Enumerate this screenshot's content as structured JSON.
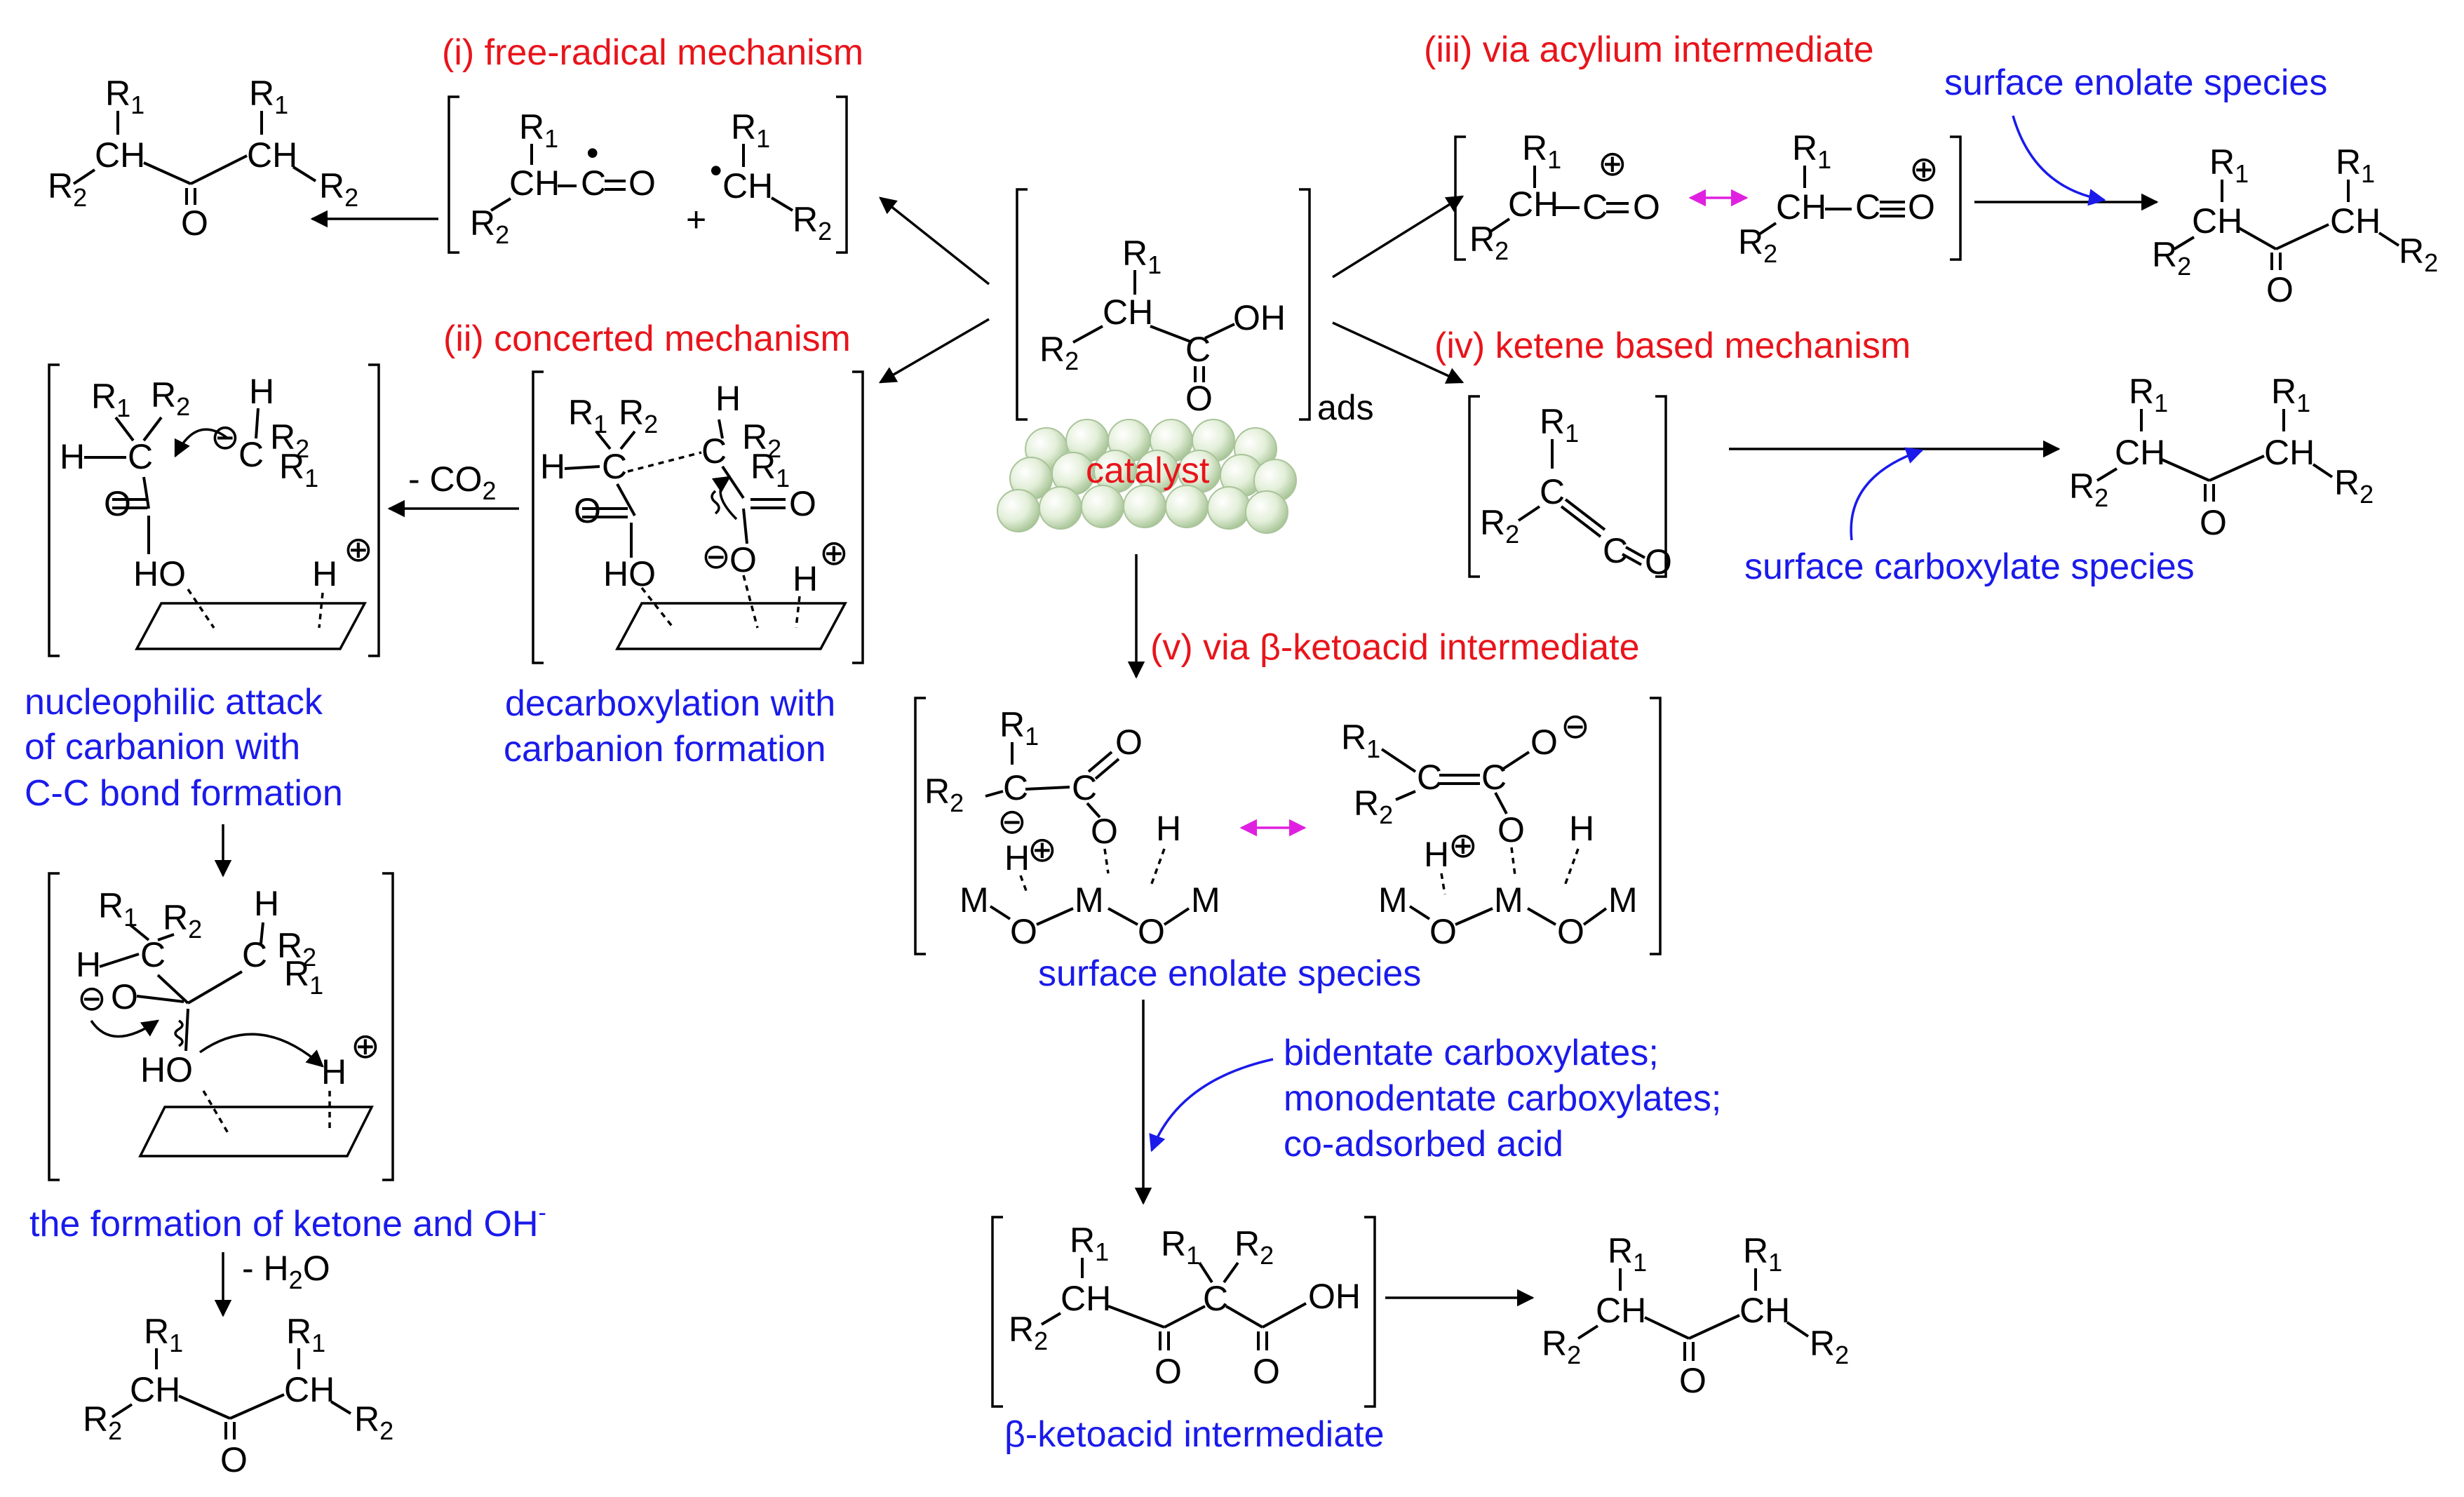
{
  "labels": {
    "free_radical": "(i) free-radical mechanism",
    "concerted": "(ii) concerted mechanism",
    "acylium": "(iii) via acylium intermediate",
    "ketene": "(iv) ketene based mechanism",
    "ketoacid_path": "(v) via β-ketoacid intermediate",
    "catalyst": "catalyst",
    "ads": "ads",
    "surface_enolate_top": "surface enolate species",
    "surface_carboxylate": "surface carboxylate species",
    "surface_enolate_mid": "surface enolate species",
    "ketoacid_intermediate": "β-ketoacid intermediate",
    "nucleophilic_1": "nucleophilic attack",
    "nucleophilic_2": "of carbanion with",
    "nucleophilic_3": "C-C bond formation",
    "decarb_1": "decarboxylation with",
    "decarb_2": "carbanion formation",
    "ketone_oh": "the formation of ketone and OH",
    "ketone_oh_sup": "-",
    "bident_1": "bidentate carboxylates;",
    "bident_2": "monodentate carboxylates;",
    "bident_3": "co-adsorbed acid",
    "minus_co2": "- CO",
    "co2_sub": "2",
    "minus_h2o_a": "- H",
    "h2o_sub": "2",
    "minus_h2o_b": "O"
  },
  "atoms": {
    "R": "R",
    "one": "1",
    "two": "2",
    "CH": "CH",
    "C": "C",
    "O": "O",
    "OH": "OH",
    "HO": "HO",
    "H": "H",
    "M": "M",
    "plus": "+",
    "minus": "−",
    "dot": "•",
    "circle_plus": "⊕",
    "circle_minus": "⊖"
  },
  "colors": {
    "label_red": "#e8141b",
    "label_blue": "#1a1aeb",
    "resonance_arrow": "#e020e0",
    "catalyst_sphere": "#d9ead0"
  }
}
